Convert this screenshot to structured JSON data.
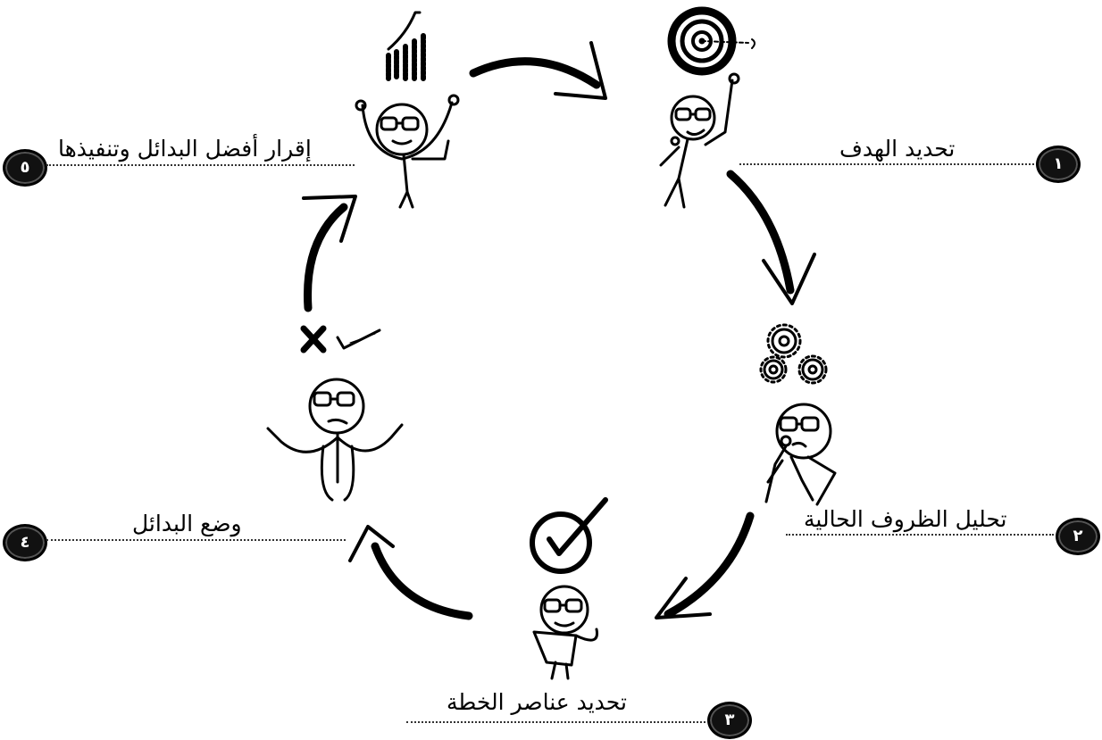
{
  "diagram": {
    "steps": [
      {
        "number": "١",
        "label": "تحديد الهدف"
      },
      {
        "number": "٢",
        "label": "تحليل الظروف الحالية"
      },
      {
        "number": "٣",
        "label": "تحديد عناصر الخطة"
      },
      {
        "number": "٤",
        "label": "وضع البدائل"
      },
      {
        "number": "٥",
        "label": "إقرار أفضل البدائل وتنفيذها"
      }
    ]
  }
}
